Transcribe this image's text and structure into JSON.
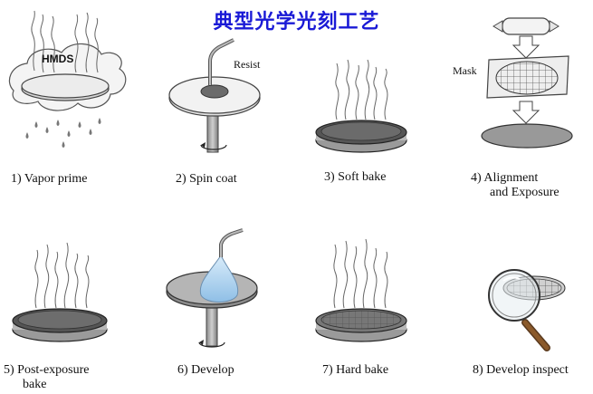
{
  "title": "典型光学光刻工艺",
  "labels": {
    "hmds": "HMDS",
    "resist": "Resist",
    "mask": "Mask"
  },
  "steps": [
    {
      "number": "1)",
      "name": "Vapor prime"
    },
    {
      "number": "2)",
      "name": "Spin coat"
    },
    {
      "number": "3)",
      "name": "Soft bake"
    },
    {
      "number": "4)",
      "name": "Alignment",
      "name2": "and Exposure"
    },
    {
      "number": "5)",
      "name": "Post-exposure",
      "name2": "bake"
    },
    {
      "number": "6)",
      "name": "Develop"
    },
    {
      "number": "7)",
      "name": "Hard bake"
    },
    {
      "number": "8)",
      "name": "Develop inspect"
    }
  ]
}
